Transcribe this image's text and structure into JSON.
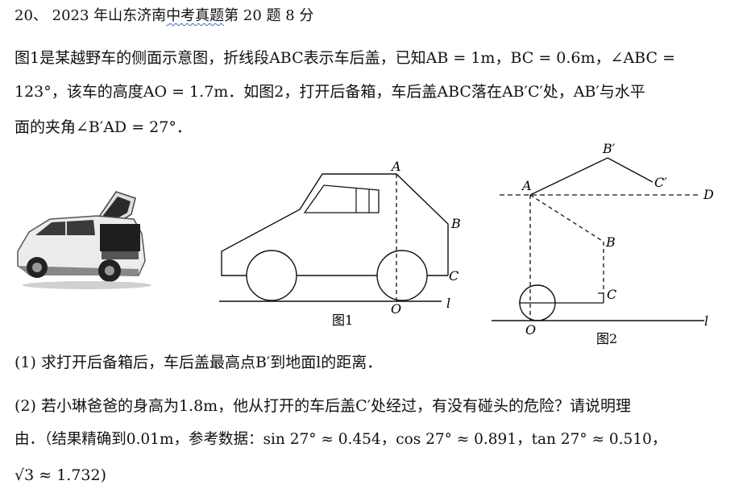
{
  "problem": {
    "title_prefix": "20、 2023 年山东济南",
    "title_wavy": "中考真题",
    "title_suffix": "第 20 题 8 分",
    "stem_line1": "图1是某越野车的侧面示意图，折线段ABC表示车后盖，已知AB = 1m，BC = 0.6m，∠ABC =",
    "stem_line2": "123°，该车的高度AO = 1.7m．如图2，打开后备箱，车后盖ABC落在AB′C′处，AB′与水平",
    "stem_line3": "面的夹角∠B′AD = 27°．",
    "q1": "(1) 求打开后备箱后，车后盖最高点B′到地面l的距离．",
    "q2_line1": "(2) 若小琳爸爸的身高为1.8m，他从打开的车后盖C′处经过，有没有碰头的危险？请说明理",
    "q2_line2": "由．（结果精确到0.01m，参考数据：sin 27° ≈ 0.454，cos 27° ≈ 0.891，tan 27° ≈ 0.510，",
    "q2_line3": "√3 ≈ 1.732)"
  },
  "figure1": {
    "caption": "图1",
    "labels": {
      "A": "A",
      "B": "B",
      "C": "C",
      "O": "O",
      "l": "l"
    }
  },
  "figure2": {
    "caption": "图2",
    "labels": {
      "A": "A",
      "B_prime": "B′",
      "C_prime": "C′",
      "D": "D",
      "B": "B",
      "C": "C",
      "O": "O",
      "l": "l"
    }
  }
}
